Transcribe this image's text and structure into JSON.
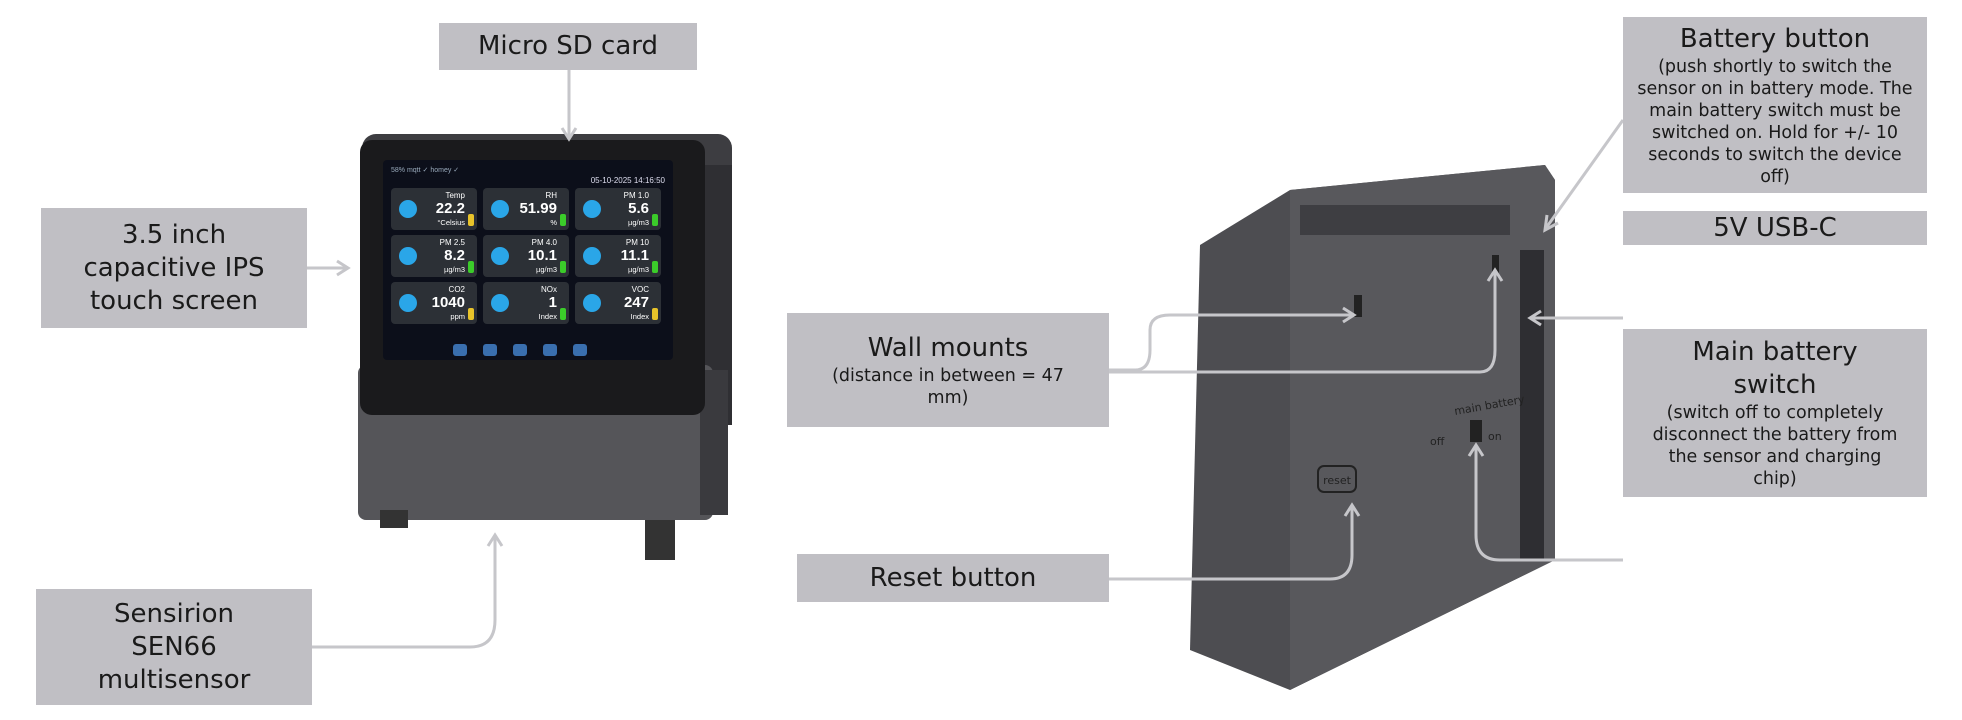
{
  "labels": {
    "micro_sd": "Micro SD card",
    "screen": [
      "3.5 inch",
      "capacitive IPS",
      "touch screen"
    ],
    "sensor": [
      "Sensirion",
      "SEN66",
      "multisensor"
    ],
    "wall_mounts": {
      "title": "Wall mounts",
      "note": "(distance in between = 47 mm)"
    },
    "reset": "Reset button",
    "battery_button": {
      "title": "Battery button",
      "note": "(push shortly to switch the sensor on in battery mode. The main battery switch must be switched on. Hold for +/- 10 seconds to switch the device off)"
    },
    "usb": "5V USB-C",
    "main_switch": {
      "title": "Main battery switch",
      "note": "(switch off to completely disconnect the battery from the sensor and charging chip)"
    }
  },
  "device_markings": {
    "reset": "reset",
    "switch_label": "main battery",
    "off": "off",
    "on": "on"
  },
  "screen": {
    "status": "58% mqtt ✓ homey ✓",
    "datetime": "05-10-2025 14:16:50",
    "tiles": [
      {
        "label": "Temp",
        "value": "22.2",
        "unit": "°Celsius",
        "level": "#e8c32a"
      },
      {
        "label": "RH",
        "value": "51.99",
        "unit": "%",
        "level": "#3bcc2a"
      },
      {
        "label": "PM 1.0",
        "value": "5.6",
        "unit": "µg/m3",
        "level": "#3bcc2a"
      },
      {
        "label": "PM 2.5",
        "value": "8.2",
        "unit": "µg/m3",
        "level": "#3bcc2a"
      },
      {
        "label": "PM 4.0",
        "value": "10.1",
        "unit": "µg/m3",
        "level": "#3bcc2a"
      },
      {
        "label": "PM 10",
        "value": "11.1",
        "unit": "µg/m3",
        "level": "#3bcc2a"
      },
      {
        "label": "CO2",
        "value": "1040",
        "unit": "ppm",
        "level": "#e8c32a"
      },
      {
        "label": "NOx",
        "value": "1",
        "unit": "Index",
        "level": "#3bcc2a"
      },
      {
        "label": "VOC",
        "value": "247",
        "unit": "Index",
        "level": "#e8c32a"
      }
    ]
  },
  "colors": {
    "label_box": "#c0bfc4",
    "leader": "#c6c6ca",
    "device": "#4a4a4e"
  }
}
